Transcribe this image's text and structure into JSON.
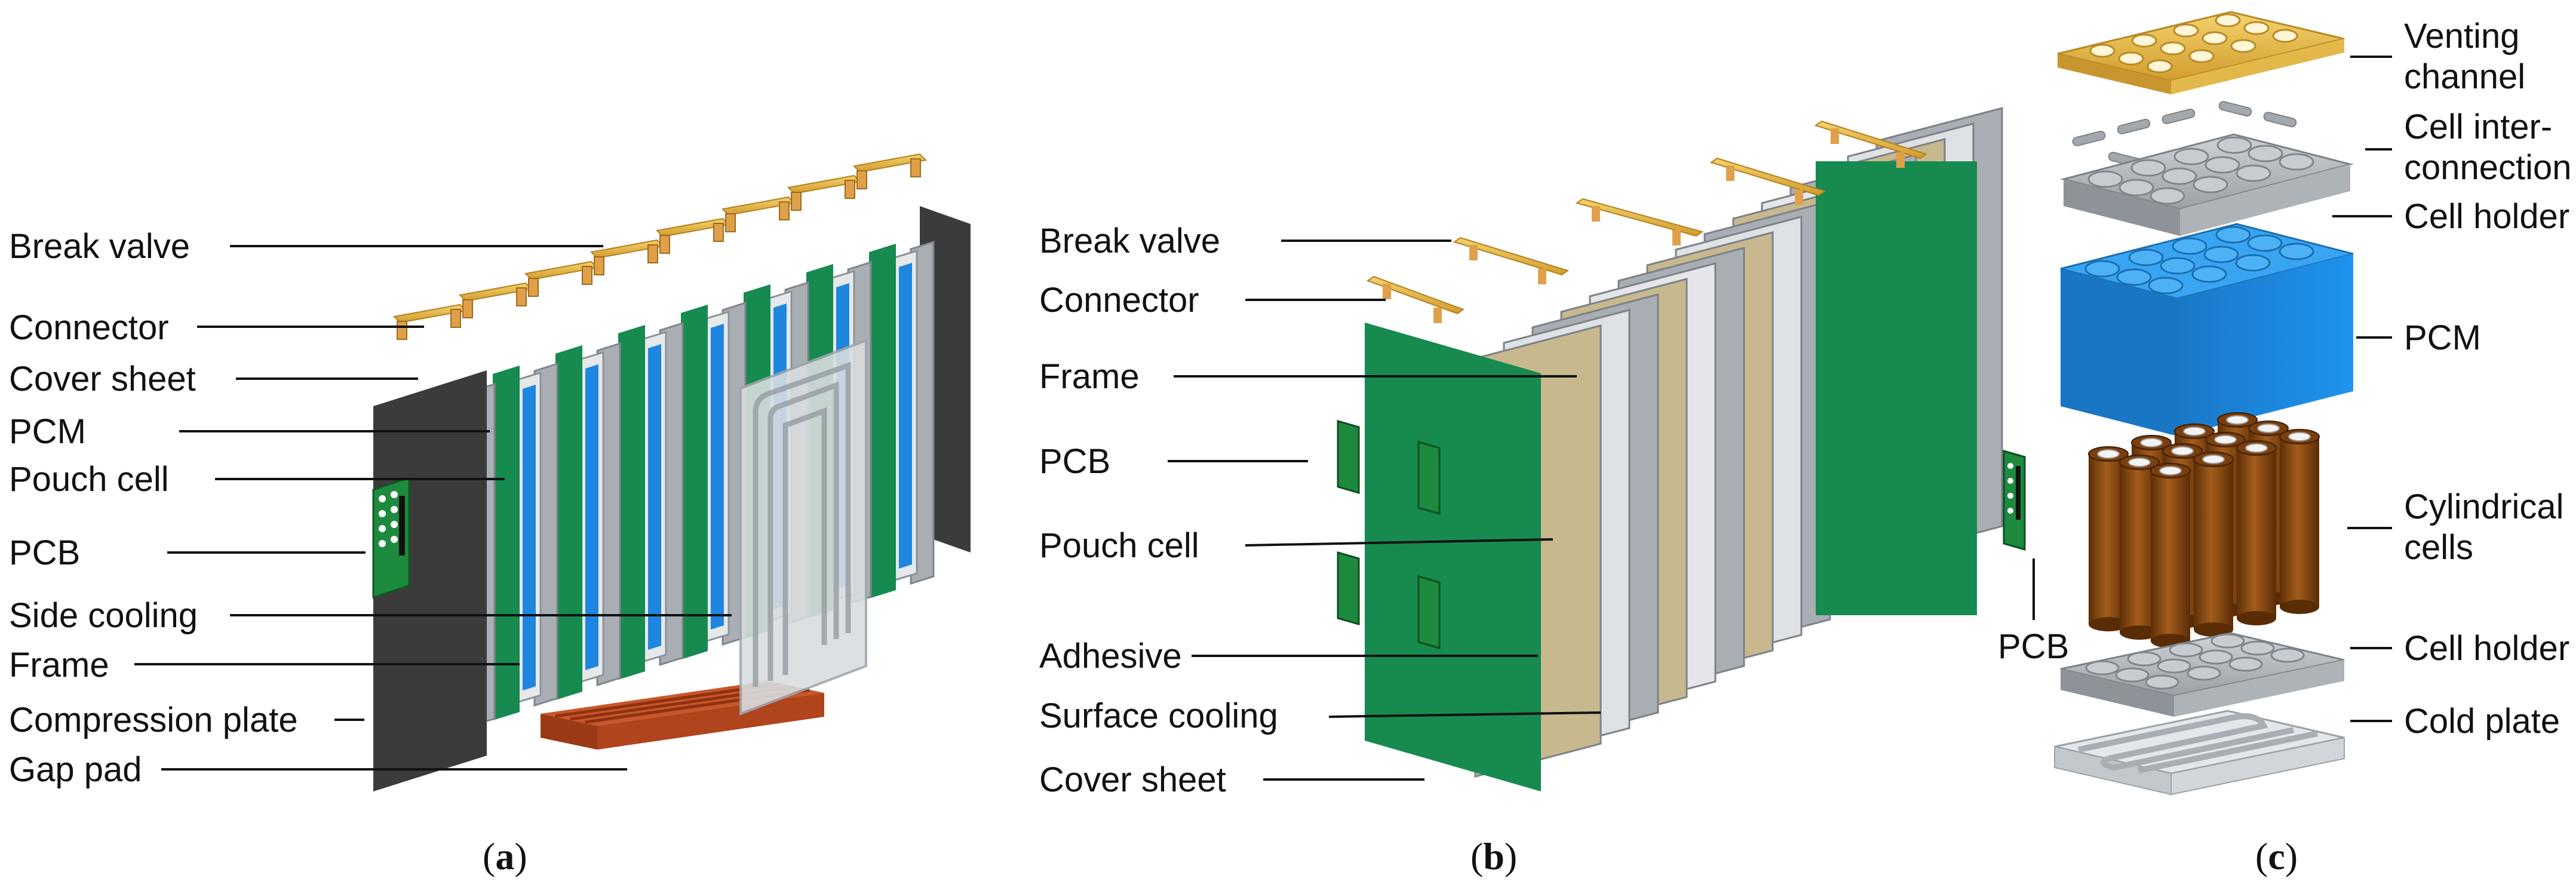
{
  "panels": [
    {
      "caption_open": "(",
      "caption_letter": "a",
      "caption_close": ")",
      "labels": {
        "break_valve": "Break valve",
        "connector": "Connector",
        "cover_sheet": "Cover sheet",
        "pcm": "PCM",
        "pouch_cell": "Pouch cell",
        "pcb": "PCB",
        "side_cooling": "Side cooling",
        "frame": "Frame",
        "compression_plate": "Compression plate",
        "gap_pad": "Gap pad"
      }
    },
    {
      "caption_open": "(",
      "caption_letter": "b",
      "caption_close": ")",
      "labels": {
        "break_valve": "Break valve",
        "connector": "Connector",
        "frame": "Frame",
        "pcb": "PCB",
        "pouch_cell": "Pouch cell",
        "adhesive": "Adhesive",
        "surface_cooling": "Surface cooling",
        "cover_sheet": "Cover sheet",
        "pcb_right": "PCB"
      }
    },
    {
      "caption_open": "(",
      "caption_letter": "c",
      "caption_close": ")",
      "labels": {
        "venting_channel_1": "Venting",
        "venting_channel_2": "channel",
        "cell_interconnection_1": "Cell inter-",
        "cell_interconnection_2": "connection",
        "cell_holder_top": "Cell holder",
        "pcm": "PCM",
        "cylindrical_cells_1": "Cylindrical",
        "cylindrical_cells_2": "cells",
        "cell_holder_bottom": "Cell holder",
        "cold_plate": "Cold plate"
      }
    }
  ],
  "colors": {
    "green": "#178a50",
    "blue": "#1f86e0",
    "grey_frame": "#a9aeb4",
    "dark_plate": "#3a3a3a",
    "copper": "#b8481e",
    "gold": "#e2b84a",
    "tan": "#c8b88e",
    "brown": "#8a4a12",
    "pcm_blue": "#1e90e8"
  }
}
